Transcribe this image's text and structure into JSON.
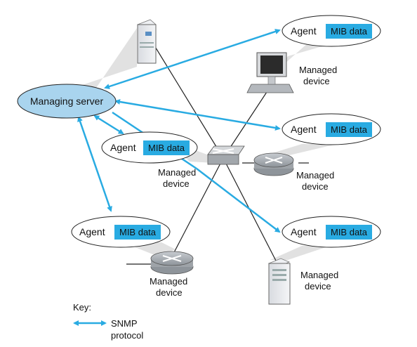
{
  "managing_server": {
    "label": "Managing server"
  },
  "agents": [
    {
      "id": "top-right",
      "agent_label": "Agent",
      "mib_label": "MIB data"
    },
    {
      "id": "mid-right",
      "agent_label": "Agent",
      "mib_label": "MIB data"
    },
    {
      "id": "center-left",
      "agent_label": "Agent",
      "mib_label": "MIB data"
    },
    {
      "id": "bottom-left",
      "agent_label": "Agent",
      "mib_label": "MIB data"
    },
    {
      "id": "bottom-right",
      "agent_label": "Agent",
      "mib_label": "MIB data"
    }
  ],
  "managed_device_label_line1": "Managed",
  "managed_device_label_line2": "device",
  "key": {
    "title": "Key:",
    "snmp_line1": "SNMP",
    "snmp_line2": "protocol"
  },
  "colors": {
    "arrow": "#29abe2",
    "mib_box": "#29abe2",
    "server_ellipse": "#a9d4ee",
    "beam": "#d9d9d9",
    "device_body": "#9ea3a8"
  }
}
